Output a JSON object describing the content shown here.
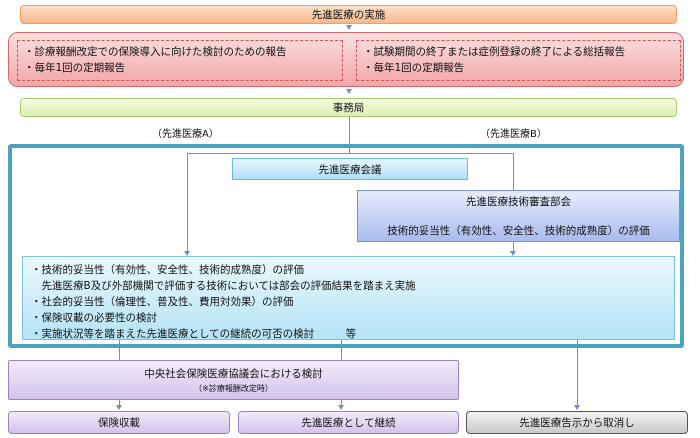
{
  "implementation": "先進医療の実施",
  "reports_left": [
    "・診療報酬改定での保険導入に向けた検討のための報告",
    "・毎年1回の定期報告"
  ],
  "reports_right": [
    "・試験期間の終了または症例登録の終了による総括報告",
    "・毎年1回の定期報告"
  ],
  "secretariat": "事務局",
  "label_a": "（先進医療A）",
  "label_b": "（先進医療B）",
  "council": "先進医療会議",
  "tech_committee": {
    "title": "先進医療技術審査部会",
    "text": "技術的妥当性（有効性、安全性、技術的成熟度）の評価"
  },
  "evaluation": [
    "・技術的妥当性（有効性、安全性、技術的成熟度）の評価",
    "　先進医療B及び外部機関で評価する技術においては部会の評価結果を踏まえ実施",
    "・社会的妥当性（倫理性、普及性、費用対効果）の評価",
    "・保険収載の必要性の検討",
    "・実施状況等を踏まえた先進医療としての継続の可否の検討　　　等"
  ],
  "chuikyo": {
    "title": "中央社会保険医療協議会における検討",
    "note": "（※診療報酬改定時）"
  },
  "outcomes": [
    "保険収載",
    "先進医療として継続",
    "先進医療告示から取消し"
  ]
}
